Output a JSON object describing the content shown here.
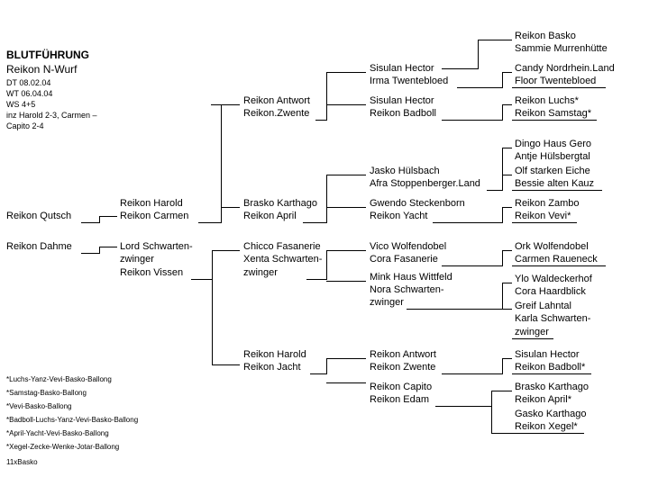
{
  "header": {
    "title": "BLUTFÜHRUNG",
    "litter": "Reikon N-Wurf",
    "info": [
      "DT 08.02.04",
      "WT 06.04.04",
      "WS 4+5",
      "inz Harold 2-3, Carmen –",
      "Capito 2-4"
    ]
  },
  "parents": {
    "sire": "Reikon Qutsch",
    "dam": "Reikon Dahme"
  },
  "grandparents": {
    "sire_side": [
      "Reikon Harold",
      "Reikon Carmen"
    ],
    "dam_side": [
      "Lord Schwarten-",
      "zwinger",
      "Reikon Vissen"
    ]
  },
  "gen3": {
    "g1": [
      "Reikon Antwort",
      "Reikon.Zwente"
    ],
    "g2": [
      "Brasko Karthago",
      "Reikon April"
    ],
    "g3": [
      "Chicco Fasanerie",
      "Xenta Schwarten-",
      "zwinger"
    ],
    "g4": [
      "Reikon Harold",
      "Reikon Jacht"
    ]
  },
  "gen4": {
    "a1": [
      "Sisulan Hector",
      "Irma Twentebloed"
    ],
    "a2": [
      "Sisulan Hector",
      "Reikon Badboll"
    ],
    "a3": [
      "Jasko Hülsbach",
      "Afra Stoppenberger.Land"
    ],
    "a4": [
      "Gwendo Steckenborn",
      "Reikon Yacht"
    ],
    "a5": [
      "Vico Wolfendobel",
      "Cora Fasanerie"
    ],
    "a6": [
      "Mink Haus Wittfeld",
      "Nora Schwarten-",
      "zwinger"
    ],
    "a7": [
      "Reikon Antwort",
      "Reikon Zwente"
    ],
    "a8": [
      "Reikon Capito",
      "Reikon Edam"
    ]
  },
  "gen5": {
    "b1": [
      "Reikon Basko",
      "Sammie Murrenhütte"
    ],
    "b2": [
      "Candy Nordrhein.Land",
      "Floor Twentebloed"
    ],
    "b3": [
      "Reikon Luchs*",
      "Reikon Samstag*"
    ],
    "b4": [
      "Dingo Haus Gero",
      "Antje Hülsbergtal"
    ],
    "b5": [
      "Olf starken Eiche",
      "Bessie alten Kauz"
    ],
    "b6": [
      "Reikon Zambo",
      "Reikon Vevi*"
    ],
    "b7": [
      "Ork Wolfendobel",
      "Carmen Raueneck"
    ],
    "b8": [
      "Ylo Waldeckerhof",
      "Cora Haardblick"
    ],
    "b9": [
      "Greif Lahntal",
      "Karla Schwarten-",
      "zwinger"
    ],
    "b10": [
      "Sisulan Hector",
      "Reikon Badboll*"
    ],
    "b11": [
      "Brasko Karthago",
      "Reikon April*"
    ],
    "b12": [
      "Gasko Karthago",
      "Reikon Xegel*"
    ]
  },
  "footnotes": [
    "*Luchs-Yanz-Vevi-Basko-Ballong",
    "*Samstag-Basko-Ballong",
    "*Vevi-Basko-Ballong",
    "*Badboll-Luchs-Yanz-Vevi-Basko-Ballong",
    "*April-Yacht-Vevi-Basko-Ballong",
    "*Xegel-Zecke-Wenke-Jotar-Ballong",
    "11xBasko"
  ]
}
